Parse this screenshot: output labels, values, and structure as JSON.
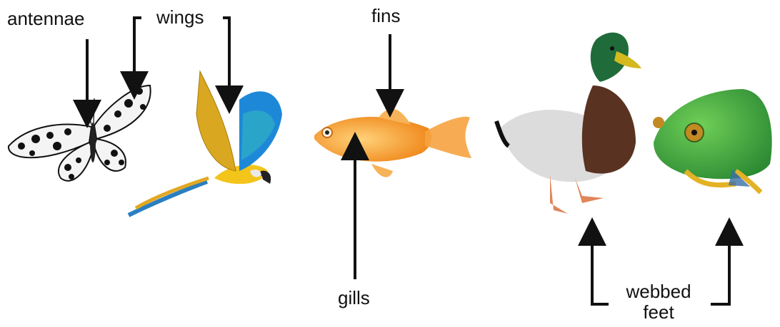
{
  "labels": {
    "antennae": "antennae",
    "wings": "wings",
    "fins": "fins",
    "gills": "gills",
    "webbed_line1": "webbed",
    "webbed_line2": "feet"
  },
  "animals": [
    {
      "name": "butterfly-icon"
    },
    {
      "name": "parrot-icon"
    },
    {
      "name": "goldfish-icon"
    },
    {
      "name": "duck-icon"
    },
    {
      "name": "frog-icon"
    }
  ],
  "colors": {
    "arrow": "#111111",
    "parrot_yellow": "#f3c51b",
    "parrot_blue": "#1e88d8",
    "fish_orange": "#f5a23a",
    "duck_green": "#1f6b3a",
    "frog_green": "#3aa544"
  }
}
